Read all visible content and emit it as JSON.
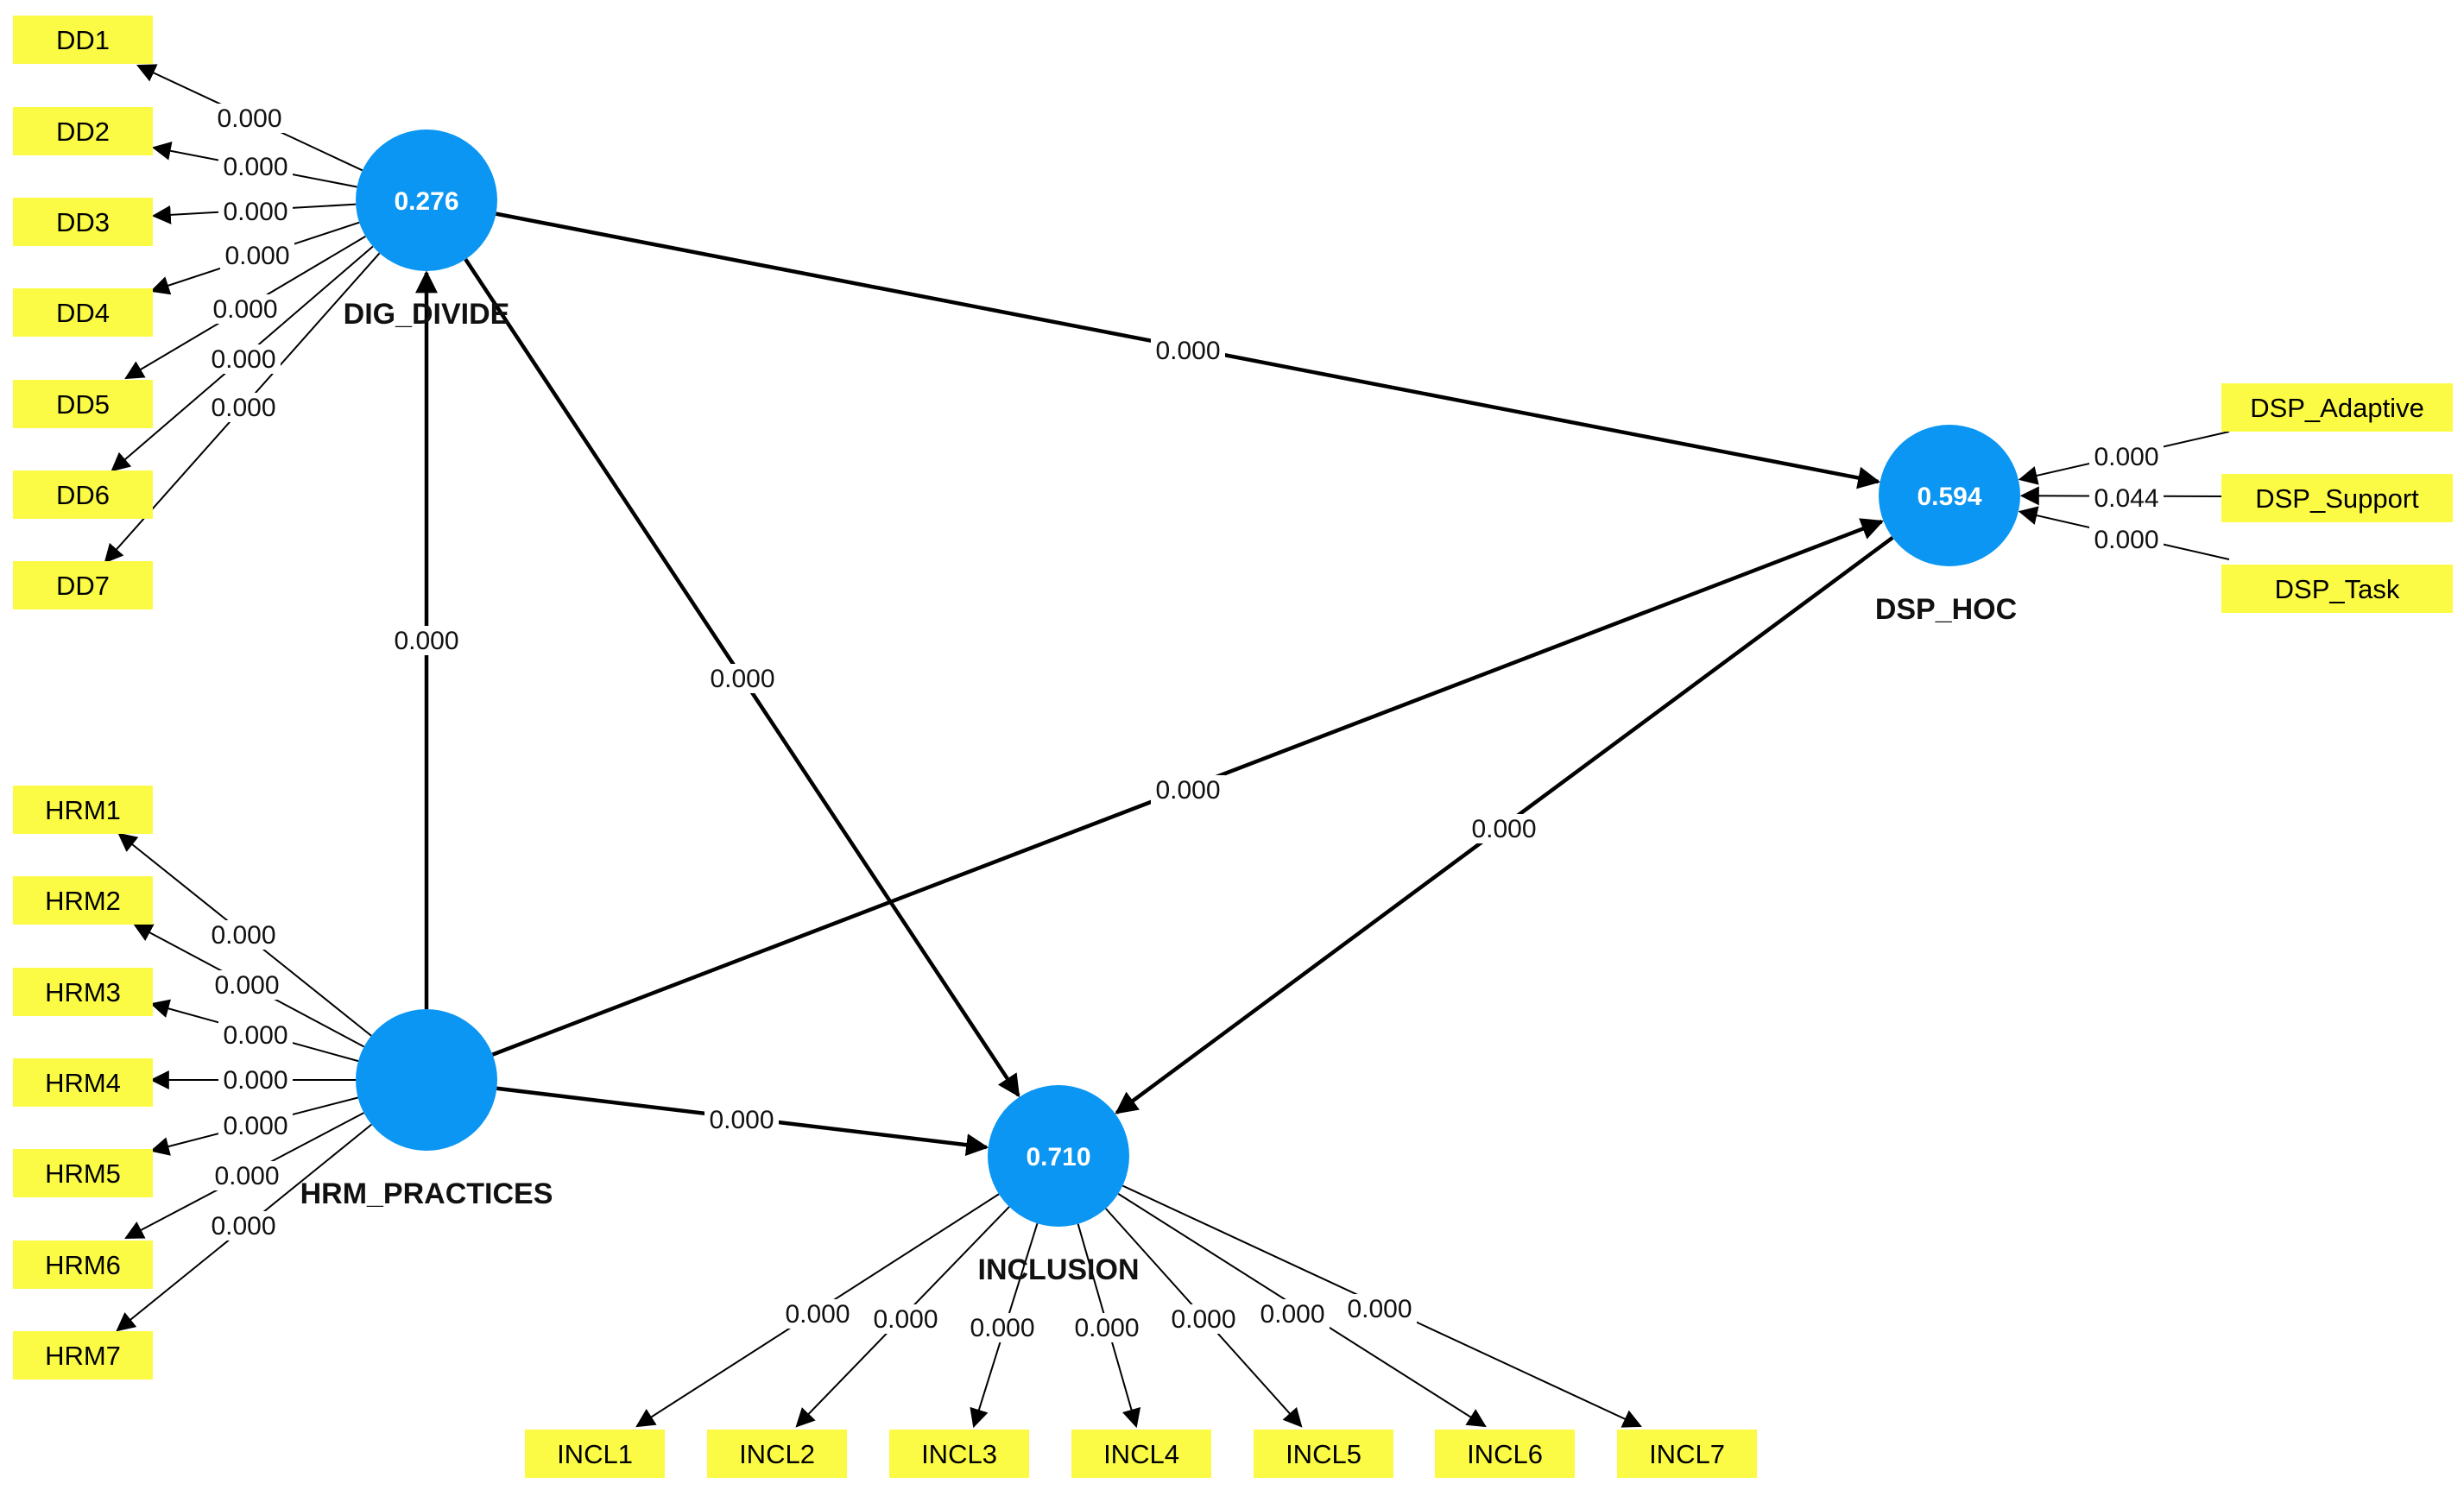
{
  "colors": {
    "construct": "#0a96f2",
    "indicator": "#fbfb46",
    "edge": "#000000"
  },
  "constructs": [
    {
      "id": "DIG_DIVIDE",
      "label": "DIG_DIVIDE",
      "r2": "0.276"
    },
    {
      "id": "HRM_PRACTICES",
      "label": "HRM_PRACTICES",
      "r2": ""
    },
    {
      "id": "INCLUSION",
      "label": "INCLUSION",
      "r2": "0.710"
    },
    {
      "id": "DSP_HOC",
      "label": "DSP_HOC",
      "r2": "0.594"
    }
  ],
  "indicators": [
    {
      "id": "DD1",
      "label": "DD1",
      "construct": "DIG_DIVIDE",
      "p": "0.000"
    },
    {
      "id": "DD2",
      "label": "DD2",
      "construct": "DIG_DIVIDE",
      "p": "0.000"
    },
    {
      "id": "DD3",
      "label": "DD3",
      "construct": "DIG_DIVIDE",
      "p": "0.000"
    },
    {
      "id": "DD4",
      "label": "DD4",
      "construct": "DIG_DIVIDE",
      "p": "0.000"
    },
    {
      "id": "DD5",
      "label": "DD5",
      "construct": "DIG_DIVIDE",
      "p": "0.000"
    },
    {
      "id": "DD6",
      "label": "DD6",
      "construct": "DIG_DIVIDE",
      "p": "0.000"
    },
    {
      "id": "DD7",
      "label": "DD7",
      "construct": "DIG_DIVIDE",
      "p": "0.000"
    },
    {
      "id": "HRM1",
      "label": "HRM1",
      "construct": "HRM_PRACTICES",
      "p": "0.000"
    },
    {
      "id": "HRM2",
      "label": "HRM2",
      "construct": "HRM_PRACTICES",
      "p": "0.000"
    },
    {
      "id": "HRM3",
      "label": "HRM3",
      "construct": "HRM_PRACTICES",
      "p": "0.000"
    },
    {
      "id": "HRM4",
      "label": "HRM4",
      "construct": "HRM_PRACTICES",
      "p": "0.000"
    },
    {
      "id": "HRM5",
      "label": "HRM5",
      "construct": "HRM_PRACTICES",
      "p": "0.000"
    },
    {
      "id": "HRM6",
      "label": "HRM6",
      "construct": "HRM_PRACTICES",
      "p": "0.000"
    },
    {
      "id": "HRM7",
      "label": "HRM7",
      "construct": "HRM_PRACTICES",
      "p": "0.000"
    },
    {
      "id": "INCL1",
      "label": "INCL1",
      "construct": "INCLUSION",
      "p": "0.000"
    },
    {
      "id": "INCL2",
      "label": "INCL2",
      "construct": "INCLUSION",
      "p": "0.000"
    },
    {
      "id": "INCL3",
      "label": "INCL3",
      "construct": "INCLUSION",
      "p": "0.000"
    },
    {
      "id": "INCL4",
      "label": "INCL4",
      "construct": "INCLUSION",
      "p": "0.000"
    },
    {
      "id": "INCL5",
      "label": "INCL5",
      "construct": "INCLUSION",
      "p": "0.000"
    },
    {
      "id": "INCL6",
      "label": "INCL6",
      "construct": "INCLUSION",
      "p": "0.000"
    },
    {
      "id": "INCL7",
      "label": "INCL7",
      "construct": "INCLUSION",
      "p": "0.000"
    },
    {
      "id": "DSP_Adaptive",
      "label": "DSP_Adaptive",
      "construct": "DSP_HOC",
      "p": "0.000"
    },
    {
      "id": "DSP_Support",
      "label": "DSP_Support",
      "construct": "DSP_HOC",
      "p": "0.044"
    },
    {
      "id": "DSP_Task",
      "label": "DSP_Task",
      "construct": "DSP_HOC",
      "p": "0.000"
    }
  ],
  "paths": [
    {
      "from": "HRM_PRACTICES",
      "to": "DIG_DIVIDE",
      "p": "0.000"
    },
    {
      "from": "DIG_DIVIDE",
      "to": "DSP_HOC",
      "p": "0.000"
    },
    {
      "from": "DIG_DIVIDE",
      "to": "INCLUSION",
      "p": "0.000"
    },
    {
      "from": "HRM_PRACTICES",
      "to": "DSP_HOC",
      "p": "0.000"
    },
    {
      "from": "HRM_PRACTICES",
      "to": "INCLUSION",
      "p": "0.000"
    },
    {
      "from": "DSP_HOC",
      "to": "INCLUSION",
      "p": "0.000"
    }
  ]
}
